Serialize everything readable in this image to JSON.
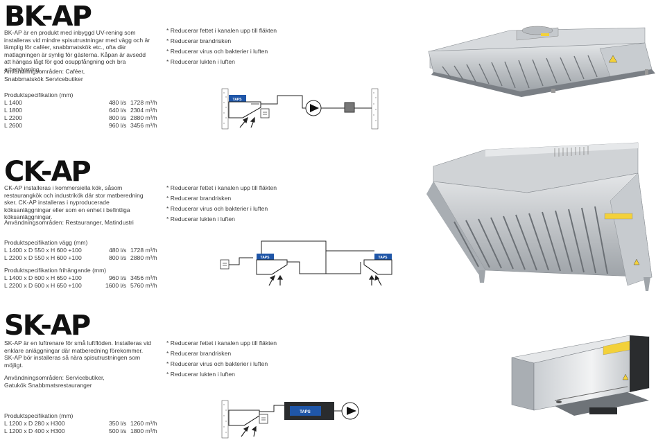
{
  "sections": [
    {
      "title": "BK-AP",
      "description": "BK-AP är en produkt med inbyggd UV-rening som installeras vid mindre spisutrustningar med vägg och är lämplig för caféer, snabbmatskök etc., ofta där matlagningen är synlig för gästerna. Kåpan är avsedd att hängas lågt för god osuppfångning och bra arbetslysning.",
      "areas": "Användningsområden: Caféer, Snabbmatskök Servicebutiker",
      "benefits": [
        "* Reducerar fettet i kanalen upp till fläkten",
        "* Reducerar brandrisken",
        "* Reducerar virus och bakterier i luften",
        "* Reducerar lukten i luften"
      ],
      "spec_groups": [
        {
          "heading": "Produktspecifikation (mm)",
          "rows": [
            {
              "model": "L 1400",
              "flow": "480 l/s",
              "hourly": "1728 m³/h"
            },
            {
              "model": "L 1800",
              "flow": "640 l/s",
              "hourly": "2304 m³/h"
            },
            {
              "model": "L 2200",
              "flow": "800 l/s",
              "hourly": "2880 m³/h"
            },
            {
              "model": "L 2600",
              "flow": "960 l/s",
              "hourly": "3456 m³/h"
            }
          ]
        }
      ]
    },
    {
      "title": "CK-AP",
      "description": "CK-AP installeras i kommersiella kök, såsom restaurangkök och industrikök där stor matberedning sker. CK-AP installeras i nyproducerade köksanläggningar eller som en enhet i befintliga köksanläggningar.",
      "areas": "Användningsområden: Restauranger, Matindustri",
      "benefits": [
        "* Reducerar fettet i kanalen upp till fläkten",
        "* Reducerar brandrisken",
        "* Reducerar virus och bakterier i luften",
        "* Reducerar lukten i luften"
      ],
      "spec_groups": [
        {
          "heading": "Produktspecifikation vägg (mm)",
          "rows": [
            {
              "model": "L 1400 x D 550 x H 600 +100",
              "flow": "480 l/s",
              "hourly": "1728 m³/h"
            },
            {
              "model": "L 2200 x D 550 x H 600 +100",
              "flow": "800 l/s",
              "hourly": "2880 m³/h"
            }
          ]
        },
        {
          "heading": "Produktspecifikation frihängande (mm)",
          "rows": [
            {
              "model": "L 1400 x D 600 x H 650 +100",
              "flow": "960 l/s",
              "hourly": "3456 m³/h"
            },
            {
              "model": "L 2200 x D 600 x H 650 +100",
              "flow": "1600 l/s",
              "hourly": "5760 m³/h"
            }
          ]
        }
      ]
    },
    {
      "title": "SK-AP",
      "description": "SK-AP är en luftrenare för små luftflöden. Installeras vid enklare anläggningar där matberedning förekommer. SK-AP bör installeras så nära spisutrustningen som möjligt.",
      "areas": "Användningsområden: Servicebutiker, Gatukök Snabbmatsrestauranger",
      "benefits": [
        "* Reducerar fettet i kanalen upp till fläkten",
        "* Reducerar brandrisken",
        "* Reducerar virus och bakterier i luften",
        "* Reducerar lukten i luften"
      ],
      "spec_groups": [
        {
          "heading": "Produktspecifikation (mm)",
          "rows": [
            {
              "model": "L 1200 x D 280 x H300",
              "flow": "350 l/s",
              "hourly": "1260 m³/h"
            },
            {
              "model": "L 1200 x D 400 x H300",
              "flow": "500 l/s",
              "hourly": "1800 m³/h"
            }
          ]
        }
      ]
    }
  ],
  "diagram_label": "TAPS",
  "icons": [
    "fan-icon",
    "wall-icon",
    "filter-icon",
    "uv-unit-icon",
    "hood-bk-image",
    "hood-ck-image",
    "hood-sk-image"
  ]
}
